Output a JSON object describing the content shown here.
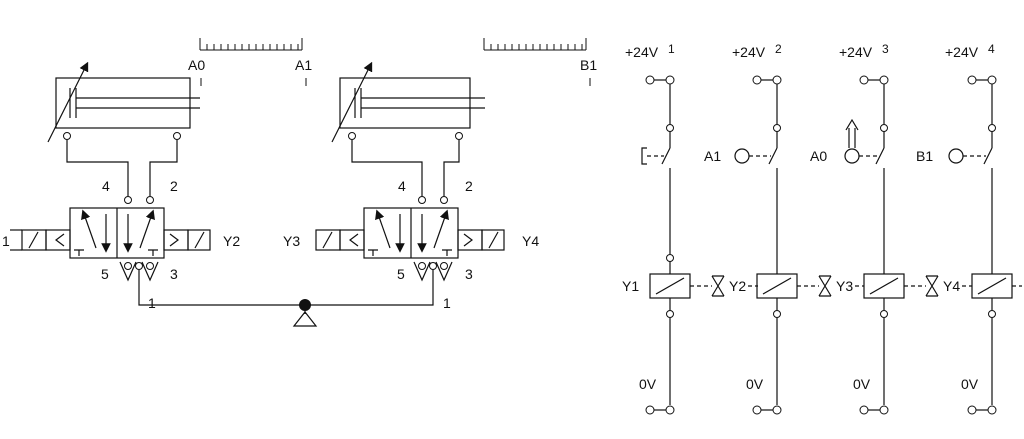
{
  "pneumatic": {
    "scale1": {
      "left_label": "A0",
      "right_label": "A1"
    },
    "scale2": {
      "right_label": "B1"
    },
    "valve1": {
      "port_out_a": "4",
      "port_out_b": "2",
      "port_exhaust_a": "5",
      "port_exhaust_b": "3",
      "port_supply": "1",
      "solenoid_left": "1",
      "solenoid_right": "Y2"
    },
    "valve2": {
      "port_out_a": "4",
      "port_out_b": "2",
      "port_exhaust_a": "5",
      "port_exhaust_b": "3",
      "port_supply": "1",
      "solenoid_left": "Y3",
      "solenoid_right": "Y4"
    }
  },
  "electrical": {
    "rungs": [
      {
        "supply": "+24V",
        "number": "1",
        "ground": "0V",
        "contact_label": "",
        "coil_label": "Y1",
        "interlock_label": "Y2"
      },
      {
        "supply": "+24V",
        "number": "2",
        "ground": "0V",
        "contact_label": "A1",
        "coil_label": "",
        "interlock_label": "Y3"
      },
      {
        "supply": "+24V",
        "number": "3",
        "ground": "0V",
        "contact_label": "A0",
        "coil_label": "",
        "interlock_label": "Y4"
      },
      {
        "supply": "+24V",
        "number": "4",
        "ground": "0V",
        "contact_label": "B1",
        "coil_label": "",
        "interlock_label": ""
      }
    ]
  }
}
